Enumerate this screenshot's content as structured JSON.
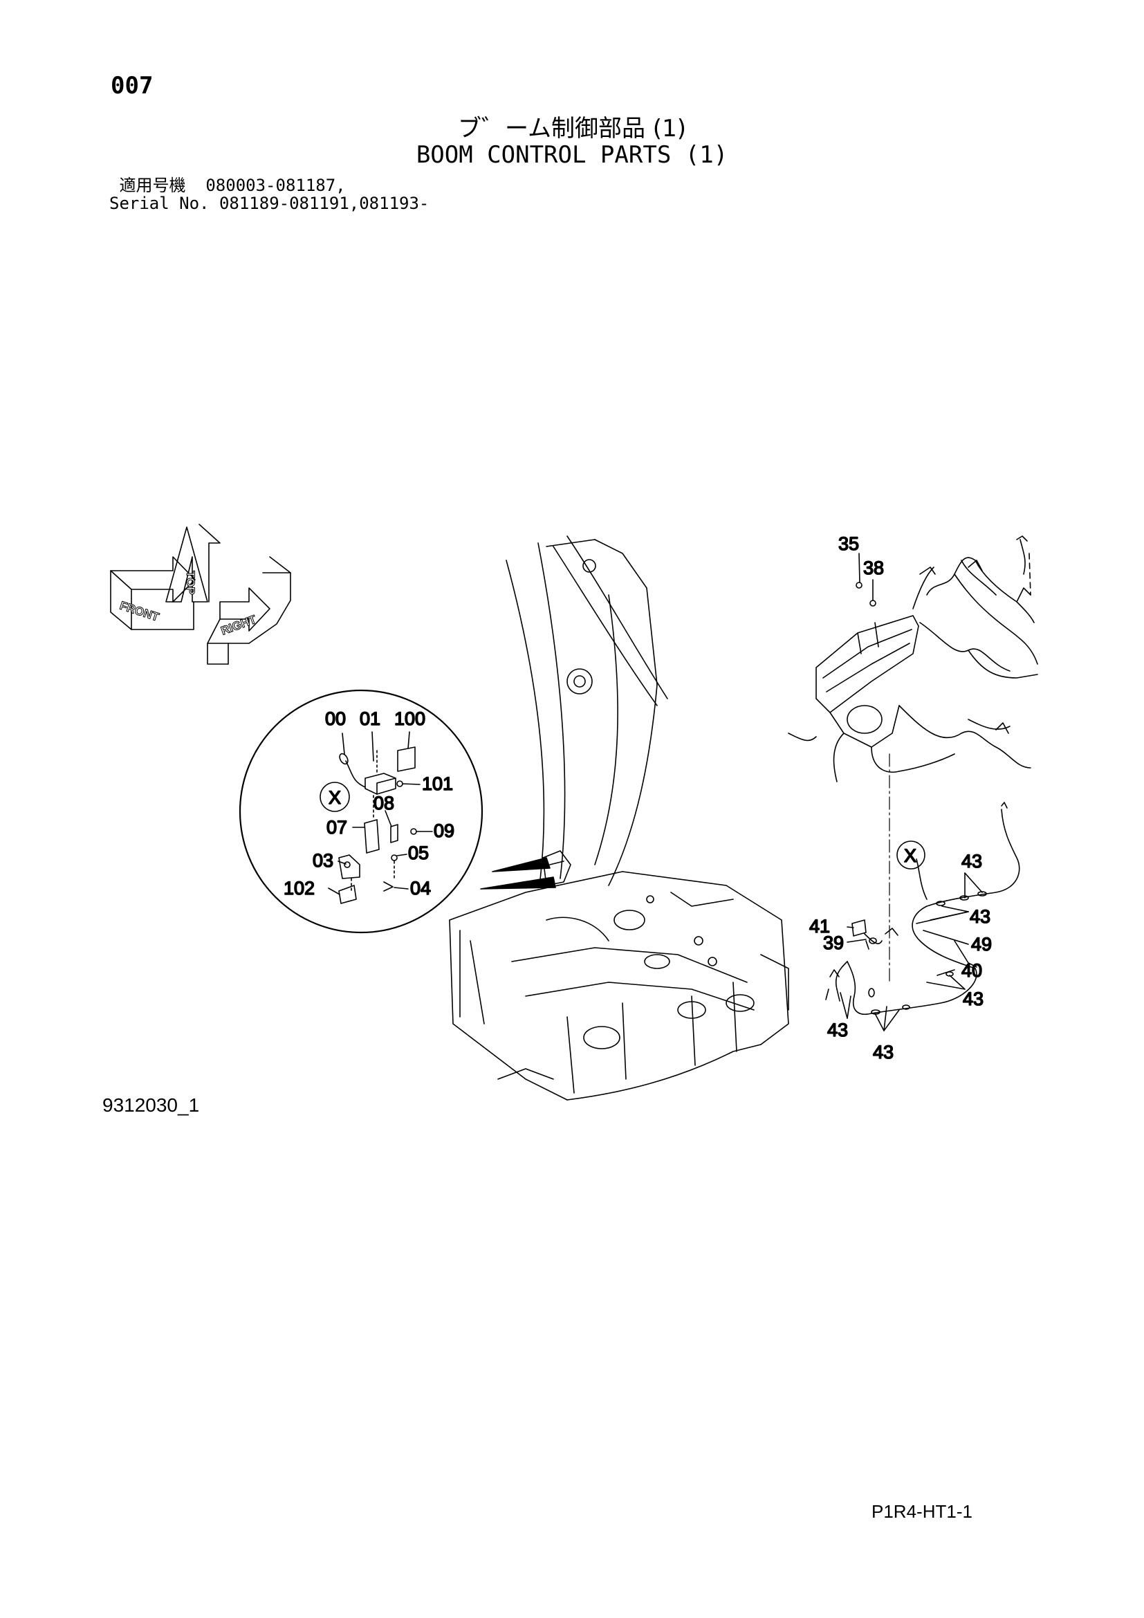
{
  "header": {
    "page_number": "007",
    "title_jp": "ブ゛ーム制御部品 (1)",
    "title_en": "BOOM CONTROL PARTS (1)",
    "serial_line1": " 適用号機  080003-081187,",
    "serial_line2": "Serial No. 081189-081191,081193-"
  },
  "orientation": {
    "top": "TOP",
    "front": "FRONT",
    "right": "RIGHT"
  },
  "callouts": {
    "c00": "00",
    "c01": "01",
    "c100": "100",
    "c101": "101",
    "c08": "08",
    "c07": "07",
    "c09": "09",
    "c03": "03",
    "c05": "05",
    "c04": "04",
    "c102": "102",
    "x_detail": "X",
    "x_ref": "X",
    "c35": "35",
    "c38": "38",
    "c41": "41",
    "c39": "39",
    "c49": "49",
    "c40": "40",
    "c43a": "43",
    "c43b": "43",
    "c43c": "43",
    "c43d": "43",
    "c43e": "43"
  },
  "footer": {
    "figure_code": "9312030_1",
    "page_code": "P1R4-HT1-1"
  }
}
